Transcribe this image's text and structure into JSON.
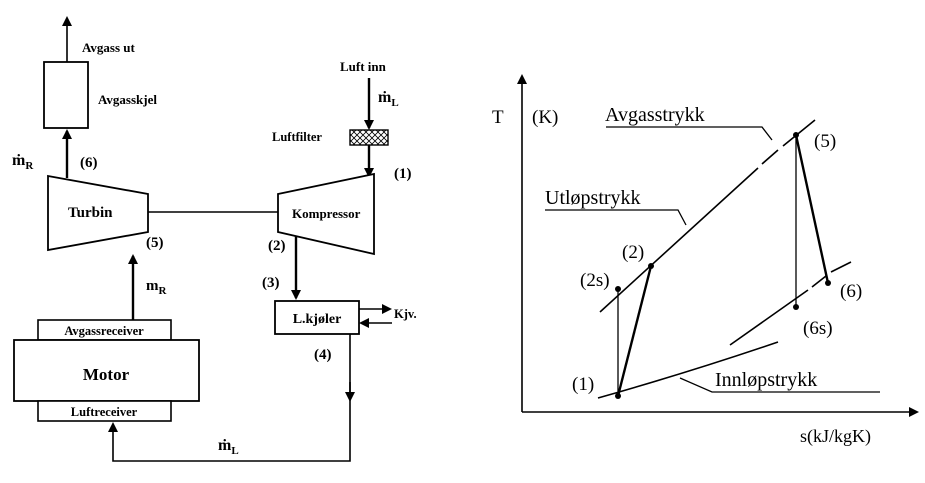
{
  "schematic": {
    "avgass_ut": "Avgass ut",
    "avgasskjel": "Avgasskjel",
    "m_r_top": "ṁ",
    "m_r_top_sub": "R",
    "point6": "(6)",
    "turbin": "Turbin",
    "point5": "(5)",
    "m_r_mid": "m",
    "m_r_mid_sub": "R",
    "avgassreceiver": "Avgassreceiver",
    "motor": "Motor",
    "luftreceiver": "Luftreceiver",
    "m_l_bottom": "ṁ",
    "m_l_bottom_sub": "L",
    "luft_inn": "Luft inn",
    "m_l_top": "ṁ",
    "m_l_top_sub": "L",
    "luftfilter": "Luftfilter",
    "point1": "(1)",
    "kompressor": "Kompressor",
    "point2": "(2)",
    "point3": "(3)",
    "lkjoler": "L.kjøler",
    "kjv": "Kjv.",
    "point4": "(4)"
  },
  "ts": {
    "y_axis": "T",
    "y_unit": "(K)",
    "x_axis": "s(kJ/kgK)",
    "avgasstrykk": "Avgasstrykk",
    "utlopstrykk": "Utløpstrykk",
    "innlopstrykk": "Innløpstrykk",
    "p5": "(5)",
    "p2": "(2)",
    "p2s": "(2s)",
    "p6": "(6)",
    "p6s": "(6s)",
    "p1": "(1)"
  }
}
